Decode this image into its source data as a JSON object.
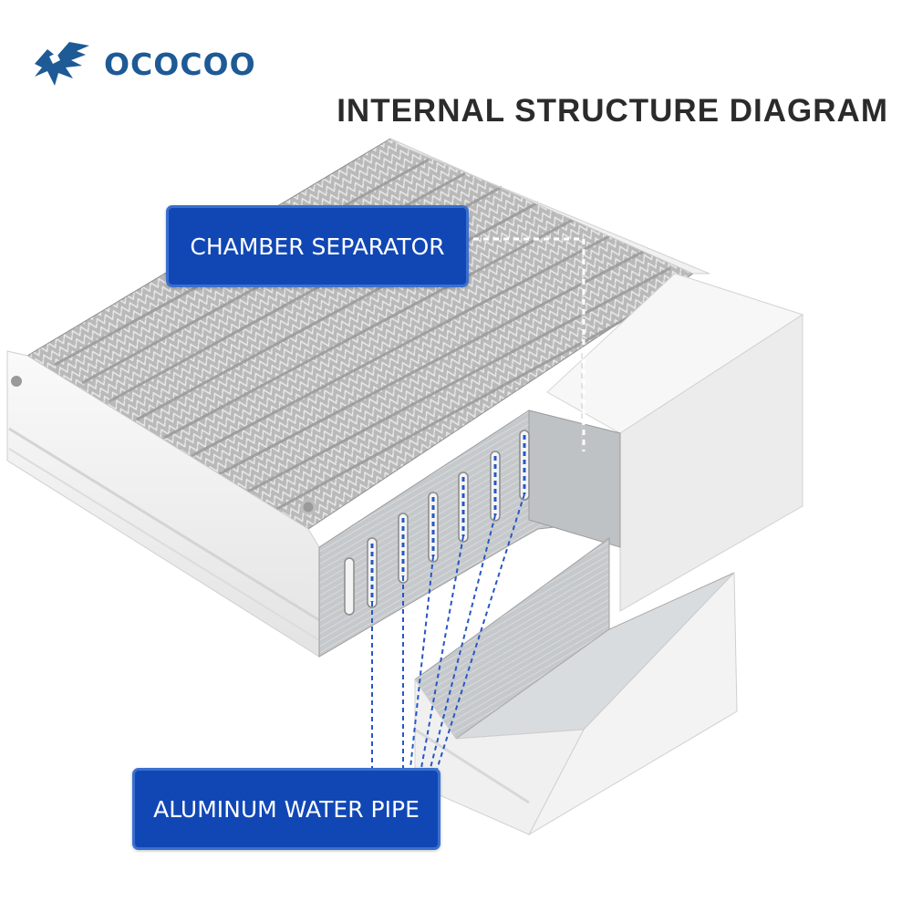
{
  "brand": {
    "name": "OCOCOO",
    "color": "#1d5a96"
  },
  "title": "INTERNAL STRUCTURE DIAGRAM",
  "callouts": {
    "chamber_separator": "CHAMBER SEPARATOR",
    "aluminum_water_pipe": "ALUMINUM WATER PIPE"
  },
  "colors": {
    "callout_bg": "#1147b5",
    "leader_line": "#2757c4",
    "radiator_shell": "#f2f2f2",
    "fins": "#a9a9a9"
  },
  "icons": [
    "brand-logo-icon"
  ]
}
